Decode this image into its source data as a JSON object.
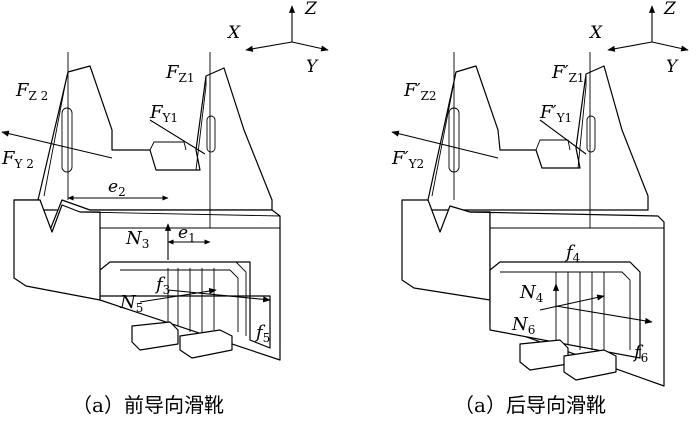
{
  "colors": {
    "ink": "#000000",
    "paper": "#ffffff"
  },
  "left_view": {
    "caption": "（a）前导向滑靴",
    "axes": {
      "x": "X",
      "y": "Y",
      "z": "Z"
    },
    "forces": {
      "fz2": {
        "main": "F",
        "sub": "Z 2"
      },
      "fy2": {
        "main": "F",
        "sub": "Y 2"
      },
      "fz1": {
        "main": "F",
        "sub": "Z1"
      },
      "fy1": {
        "main": "F",
        "sub": "Y1"
      },
      "n3": {
        "main": "N",
        "sub": "3"
      },
      "n5": {
        "main": "N",
        "sub": "5"
      },
      "f3": {
        "main": "f",
        "sub": "3"
      },
      "f5": {
        "main": "f",
        "sub": "5"
      }
    },
    "dims": {
      "e1": {
        "main": "e",
        "sub": "1"
      },
      "e2": {
        "main": "e",
        "sub": "2"
      }
    }
  },
  "right_view": {
    "caption": "（a）后导向滑靴",
    "axes": {
      "x": "X",
      "y": "Y",
      "z": "Z"
    },
    "forces": {
      "fz2": {
        "main": "F′",
        "sub": "Z2"
      },
      "fy2": {
        "main": "F′",
        "sub": "Y2"
      },
      "fz1": {
        "main": "F′",
        "sub": "Z1"
      },
      "fy1": {
        "main": "F′",
        "sub": "Y1"
      },
      "n4": {
        "main": "N",
        "sub": "4"
      },
      "n6": {
        "main": "N",
        "sub": "6"
      },
      "f4": {
        "main": "f",
        "sub": "4"
      },
      "f6": {
        "main": "f",
        "sub": "6"
      }
    }
  }
}
